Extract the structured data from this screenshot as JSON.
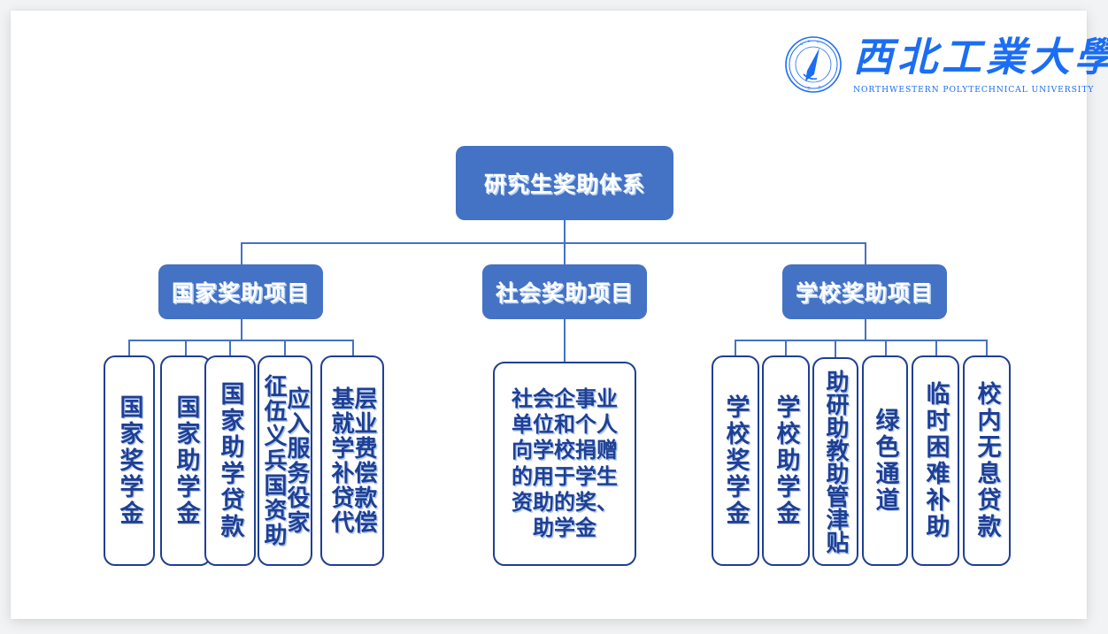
{
  "logo": {
    "mark_name": "npu-seal-icon",
    "wordmark_cn": "西北工業大學",
    "wordmark_en": "NORTHWESTERN  POLYTECHNICAL  UNIVERSITY",
    "color": "#1b6ef3"
  },
  "colors": {
    "node_fill": "#4472C4",
    "leaf_border": "#1F3F93",
    "leaf_text": "#1F3F93",
    "connector": "#4472C4",
    "slide_bg": "#ffffff",
    "page_bg": "#f2f3f5"
  },
  "chart_data": {
    "type": "diagram",
    "title": "研究生奖助体系",
    "root": {
      "label": "研究生奖助体系",
      "children": [
        {
          "label": "国家奖助项目",
          "children": [
            {
              "label": "国家奖学金"
            },
            {
              "label": "国家助学金"
            },
            {
              "label": "国家助学贷款"
            },
            {
              "label": "应征入伍服义务兵役国家资助"
            },
            {
              "label": "基层就业学费补偿贷款代偿"
            }
          ]
        },
        {
          "label": "社会奖助项目",
          "children": [
            {
              "label": "社会企事业单位和个人向学校捐赠的用于学生资助的奖、助学金"
            }
          ]
        },
        {
          "label": "学校奖助项目",
          "children": [
            {
              "label": "学校奖学金"
            },
            {
              "label": "学校助学金"
            },
            {
              "label": "助研助教助管津贴"
            },
            {
              "label": "绿色通道"
            },
            {
              "label": "临时困难补助"
            },
            {
              "label": "校内无息贷款"
            }
          ]
        }
      ]
    }
  },
  "nodes": {
    "root": "研究生奖助体系",
    "national": "国家奖助项目",
    "social": "社会奖助项目",
    "school": "学校奖助项目"
  },
  "leaves": {
    "national": [
      {
        "c1": "国家奖学金",
        "c2": ""
      },
      {
        "c1": "国家助学金",
        "c2": ""
      },
      {
        "c1": "国家助学贷款",
        "c2": ""
      },
      {
        "c1": "应入服务役家",
        "c2": "征伍义兵国资助"
      },
      {
        "c1": "基就学补贷代",
        "c2": "层业费偿款偿"
      }
    ],
    "social": [
      {
        "text": "社会企事业单位和个人向学校捐赠的用于学生资助的奖、助学金"
      }
    ],
    "school": [
      {
        "c1": "学校奖学金",
        "c2": ""
      },
      {
        "c1": "学校助学金",
        "c2": ""
      },
      {
        "c1": "助研助教助管津贴",
        "c2": ""
      },
      {
        "c1": "绿色通道",
        "c2": ""
      },
      {
        "c1": "临时困难补助",
        "c2": ""
      },
      {
        "c1": "校内无息贷款",
        "c2": ""
      }
    ]
  }
}
